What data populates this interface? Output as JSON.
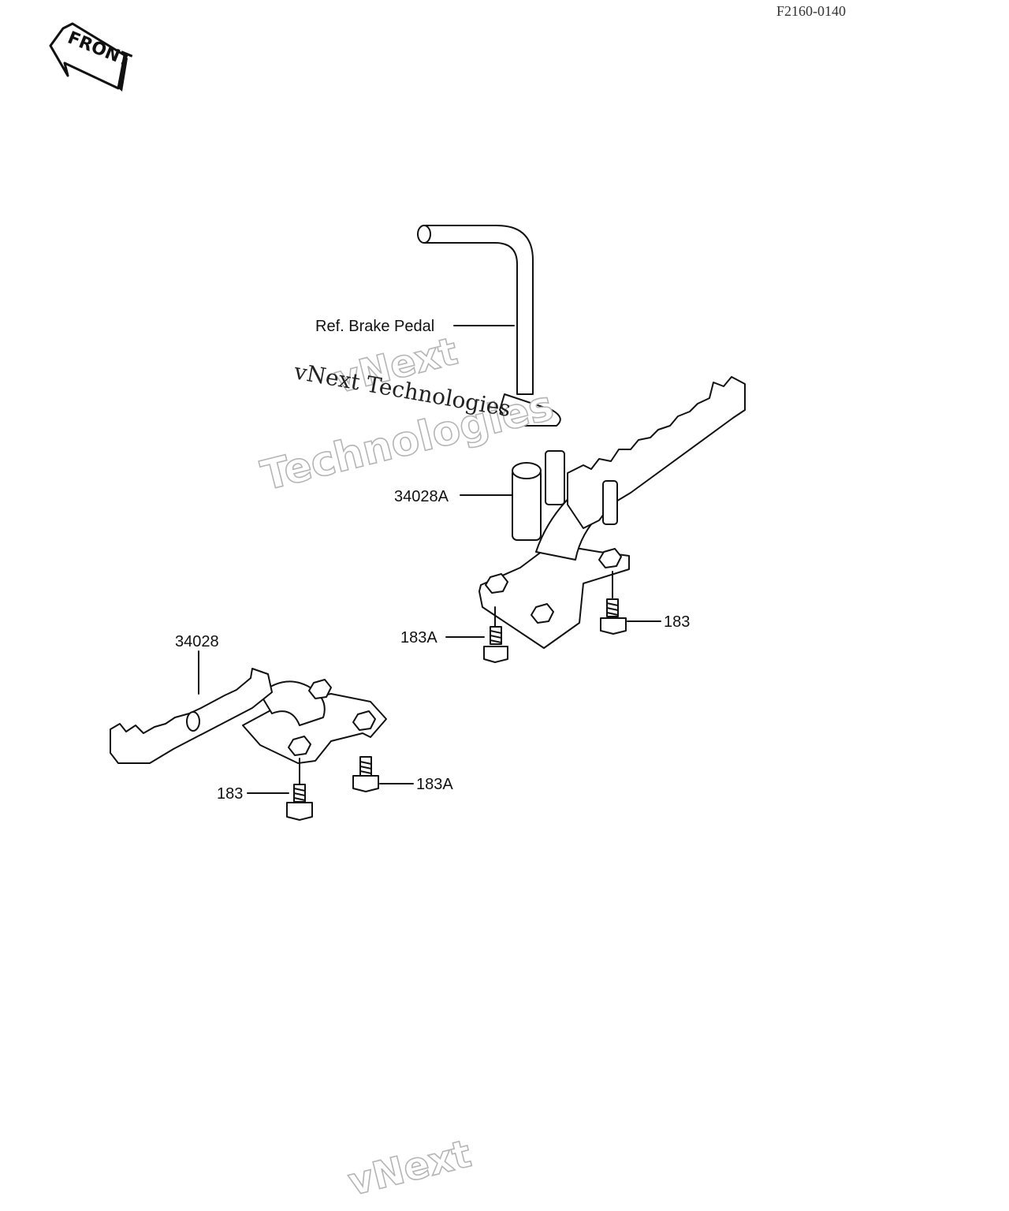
{
  "document_id": "F2160-0140",
  "front_arrow_label": "FRONT",
  "callouts": {
    "brake_pedal_ref": "Ref. Brake Pedal",
    "footpeg_right": "34028A",
    "bolt_right_outer": "183",
    "bolt_right_inner": "183A",
    "footpeg_left": "34028",
    "bolt_left_outer": "183",
    "bolt_left_inner": "183A"
  },
  "watermark": {
    "line1": "vNext",
    "line2": "Technologies",
    "solid": "vNext Technologies",
    "bottom": "vNext"
  }
}
